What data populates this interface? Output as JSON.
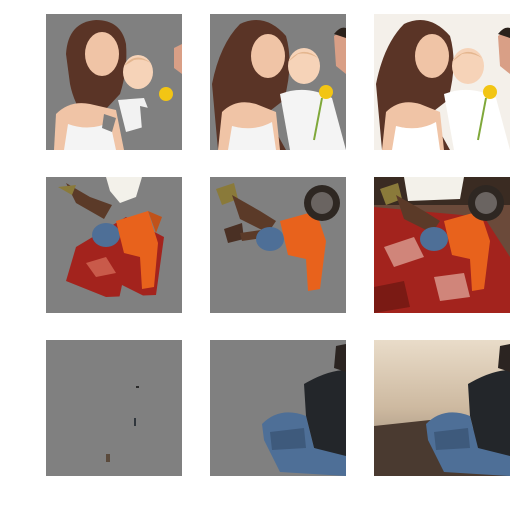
{
  "grid": {
    "rows": [
      {
        "tiles": [
          {
            "name": "row1-partial-mask-tile",
            "type": "partial_mask",
            "background_color": "#808080",
            "caption": ""
          },
          {
            "name": "row1-segmented-mask-tile",
            "type": "segmented_mask",
            "background_color": "#808080",
            "caption": ""
          },
          {
            "name": "row1-original-image-tile",
            "type": "original",
            "background_color": "#f4f0ea",
            "caption": ""
          }
        ]
      },
      {
        "tiles": [
          {
            "name": "row2-partial-mask-tile",
            "type": "partial_mask",
            "background_color": "#808080",
            "caption": ""
          },
          {
            "name": "row2-segmented-mask-tile",
            "type": "segmented_mask",
            "background_color": "#808080",
            "caption": ""
          },
          {
            "name": "row2-original-image-tile",
            "type": "original",
            "background_color": "#6b4a3a",
            "caption": ""
          }
        ]
      },
      {
        "tiles": [
          {
            "name": "row3-partial-mask-tile",
            "type": "partial_mask",
            "background_color": "#808080",
            "caption": ""
          },
          {
            "name": "row3-segmented-mask-tile",
            "type": "segmented_mask",
            "background_color": "#808080",
            "caption": ""
          },
          {
            "name": "row3-original-image-tile",
            "type": "original",
            "background_color": "#c9b9a6",
            "caption": ""
          }
        ]
      }
    ],
    "colors": {
      "mask_gray": "#808080",
      "skin": "#e9b99a",
      "hair": "#5a3426",
      "white_clothes": "#f2f2f2",
      "flower": "#f2c514",
      "orange_jacket": "#e8621c",
      "jeans": "#4e6f97",
      "rug_red": "#a3231d",
      "dark_jacket": "#23262a",
      "water_light": "#e7d2b4",
      "dock_brown": "#4a3a30"
    }
  }
}
